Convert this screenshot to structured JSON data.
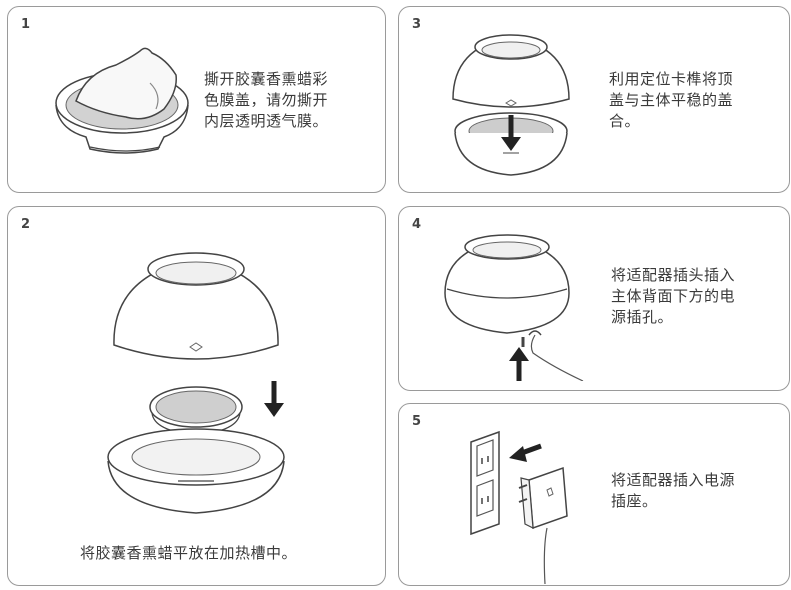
{
  "steps": [
    {
      "number": "1",
      "text_lines": [
        "撕开胶囊香熏蜡彩",
        "色膜盖，请勿撕开",
        "内层透明透气膜。"
      ]
    },
    {
      "number": "2",
      "caption": "将胶囊香熏蜡平放在加热槽中。"
    },
    {
      "number": "3",
      "text_lines": [
        "利用定位卡榫将顶",
        "盖与主体平稳的盖",
        "合。"
      ]
    },
    {
      "number": "4",
      "text_lines": [
        "将适配器插头插入",
        "主体背面下方的电",
        "源插孔。"
      ]
    },
    {
      "number": "5",
      "text_lines": [
        "将适配器插入电源",
        "插座。"
      ]
    }
  ]
}
